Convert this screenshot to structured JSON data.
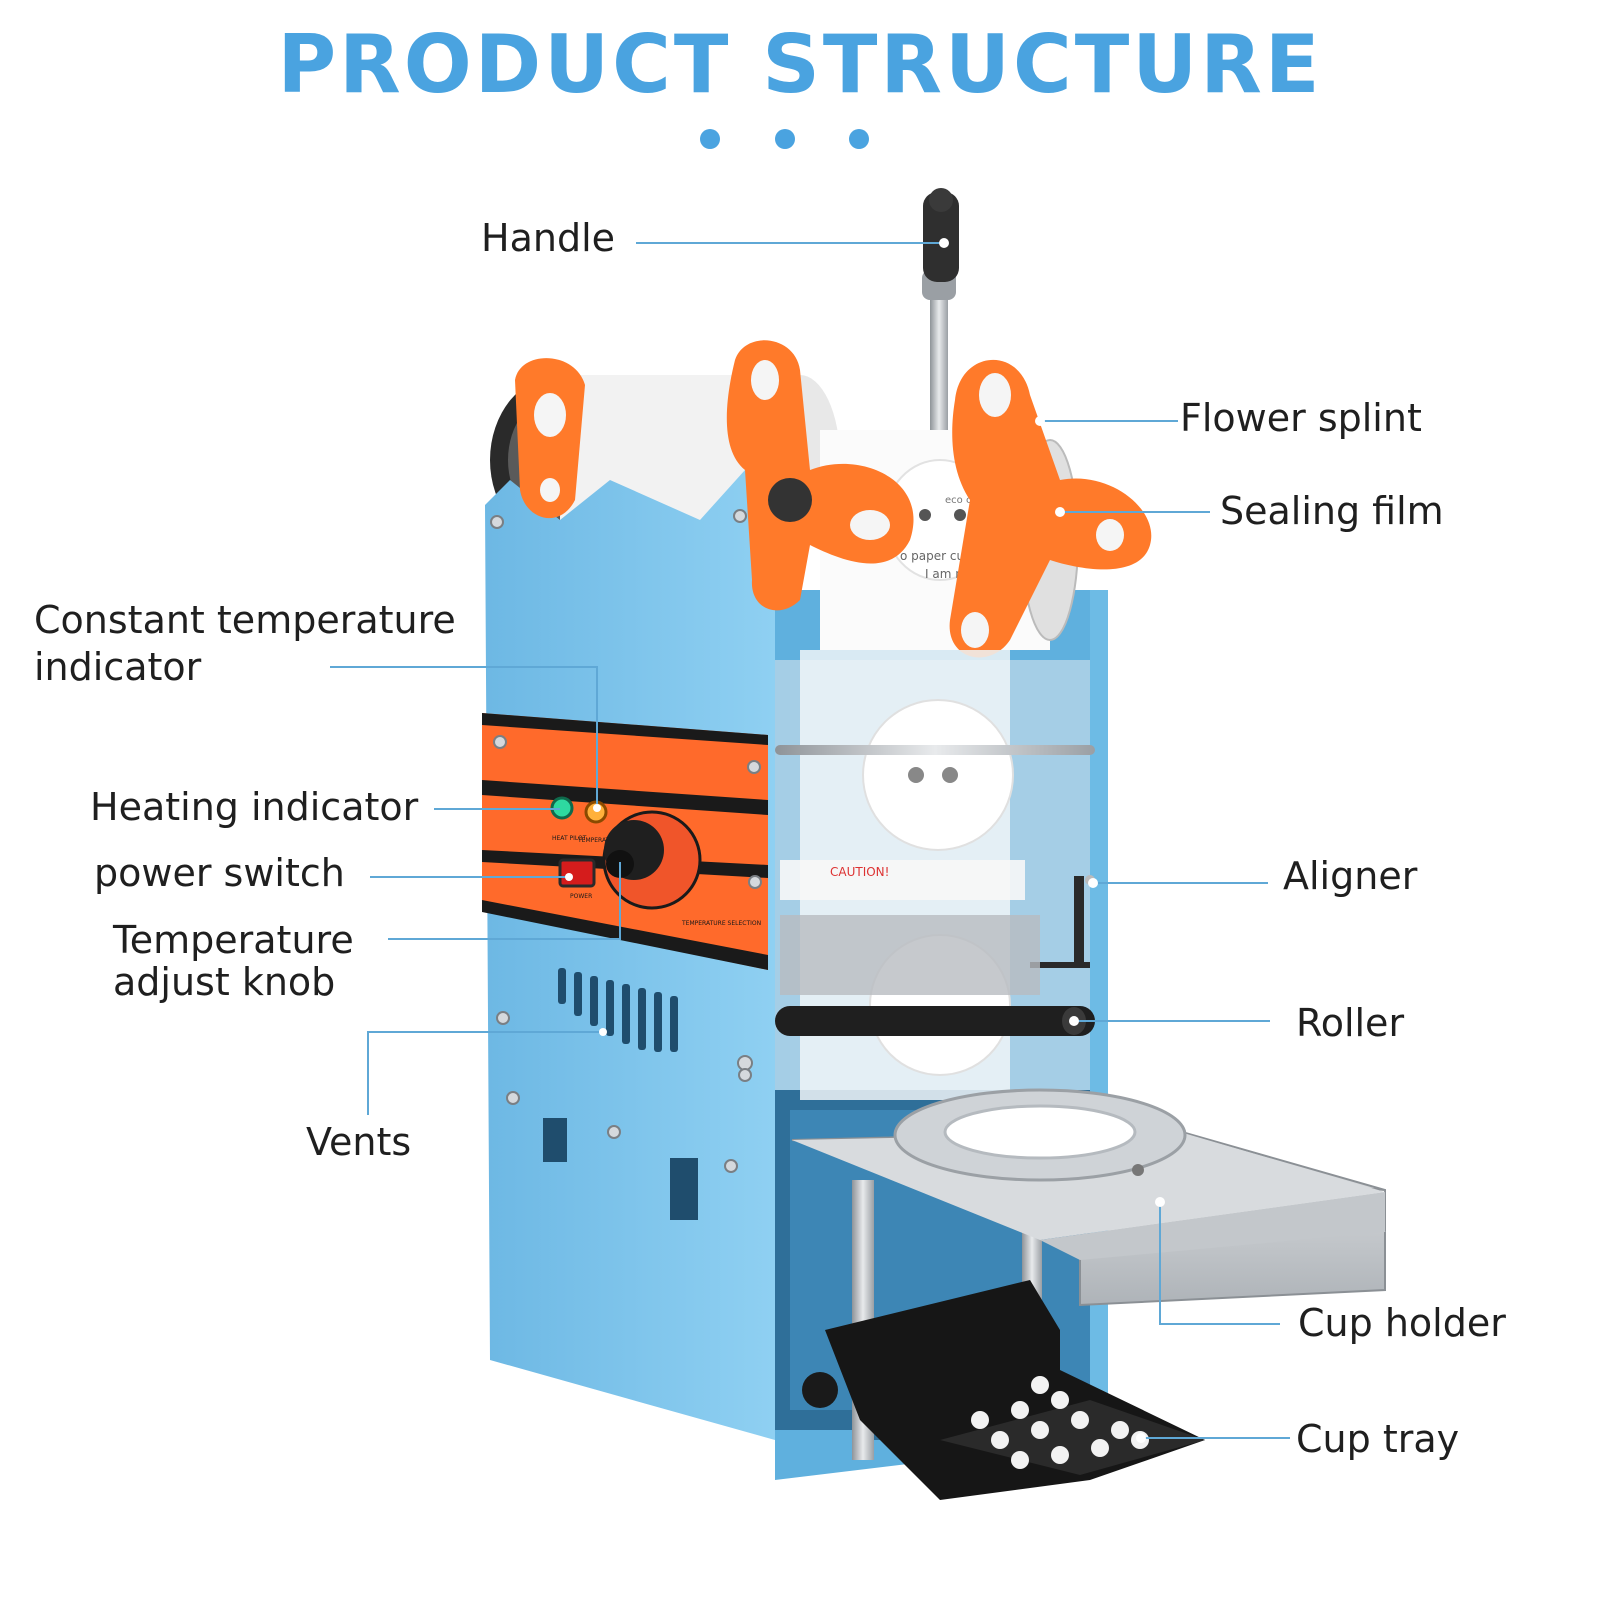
{
  "title": "PRODUCT STRUCTURE",
  "colors": {
    "accent": "#4aa3e0",
    "machine_body": "#7cc3ea",
    "flower_splint": "#ff7a2a",
    "panel_stripe": "#ff6a2b",
    "metal": "#c9ccd0",
    "cup_tray": "#1a1a1a"
  },
  "labels": {
    "handle": "Handle",
    "flower_splint": "Flower splint",
    "sealing_film": "Sealing film",
    "constant_temp_line1": "Constant temperature",
    "constant_temp_line2": "indicator",
    "heating_indicator": "Heating indicator",
    "power_switch": "power switch",
    "temp_knob_line1": "Temperature",
    "temp_knob_line2": "adjust knob",
    "aligner": "Aligner",
    "roller": "Roller",
    "vents": "Vents",
    "cup_holder": "Cup holder",
    "cup_tray": "Cup tray"
  },
  "panel_text": {
    "heat_pilot": "HEAT PILOT",
    "temperature": "TEMPERATURE",
    "power": "POWER",
    "temperature_selection": "TEMPERATURE SELECTION",
    "caution": "CAUTION!"
  },
  "film_text": {
    "eco_cup": "eco cup",
    "paper_cup": "o paper cup",
    "i_am_not": "I am not"
  }
}
